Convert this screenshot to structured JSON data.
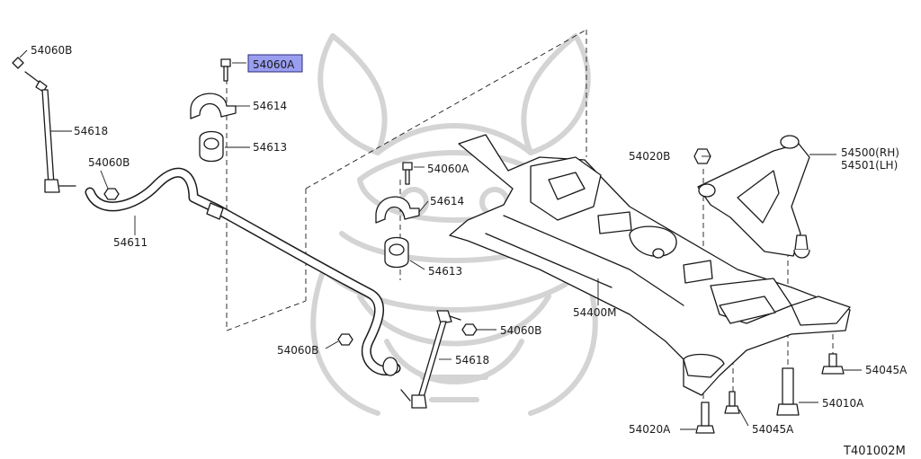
{
  "diagram": {
    "figure_code": "T401002M",
    "highlight_color": "#9a9ef0",
    "watermark": "samurai-helmet",
    "labels": {
      "p54060b_top": "54060B",
      "p54060a_top": "54060A",
      "p54614_top": "54614",
      "p54613_top": "54613",
      "p54618_left": "54618",
      "p54060b_left_mid": "54060B",
      "p54611": "54611",
      "p54060a_mid": "54060A",
      "p54614_mid": "54614",
      "p54613_mid": "54613",
      "p54020b": "54020B",
      "p54500": "54500(RH)",
      "p54501": "54501(LH)",
      "p54400m": "54400M",
      "p54060b_right": "54060B",
      "p54060b_low": "54060B",
      "p54618_right": "54618",
      "p54045a_right": "54045A",
      "p54010a": "54010A",
      "p54020a": "54020A",
      "p54045a_low": "54045A"
    }
  }
}
